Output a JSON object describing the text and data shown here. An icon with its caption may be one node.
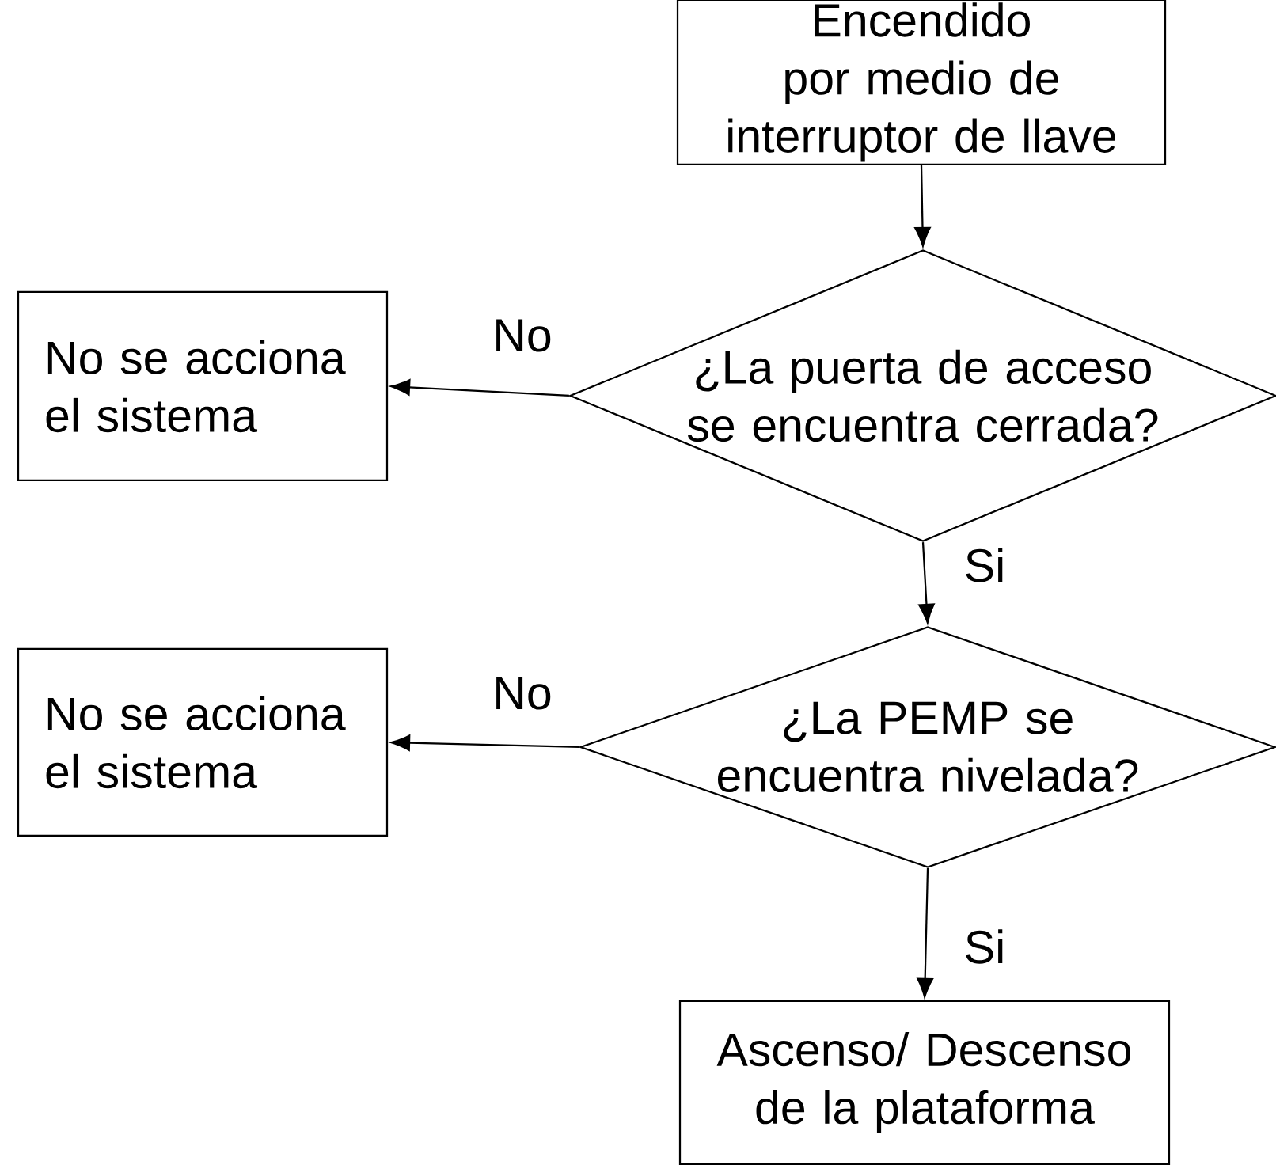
{
  "diagram": {
    "nodes": [
      {
        "text": [
          "Encendido por medio de interruptor de llave"
        ]
      },
      {
        "text": [
          "¿La puerta de acceso se encuentra cerrada?"
        ]
      },
      {
        "text": [
          "No se acciona el sistema"
        ]
      },
      {
        "text": [
          "¿La PEMP se encuentra nivelada?"
        ]
      },
      {
        "text": [
          "No se acciona el sistema"
        ]
      },
      {
        "text": [
          "Ascenso/ Descenso de la plataforma"
        ]
      }
    ],
    "edges": [
      {
        "from": 0,
        "to": 1,
        "arrow": "to"
      },
      {
        "from": 1,
        "to": 2,
        "arrow": "to",
        "label": "No"
      },
      {
        "from": 1,
        "to": 3,
        "arrow": "to",
        "label": "Si"
      },
      {
        "from": 3,
        "to": 4,
        "arrow": "to",
        "label": "No"
      },
      {
        "from": 3,
        "to": 5,
        "arrow": "to",
        "label": "Si"
      }
    ]
  }
}
